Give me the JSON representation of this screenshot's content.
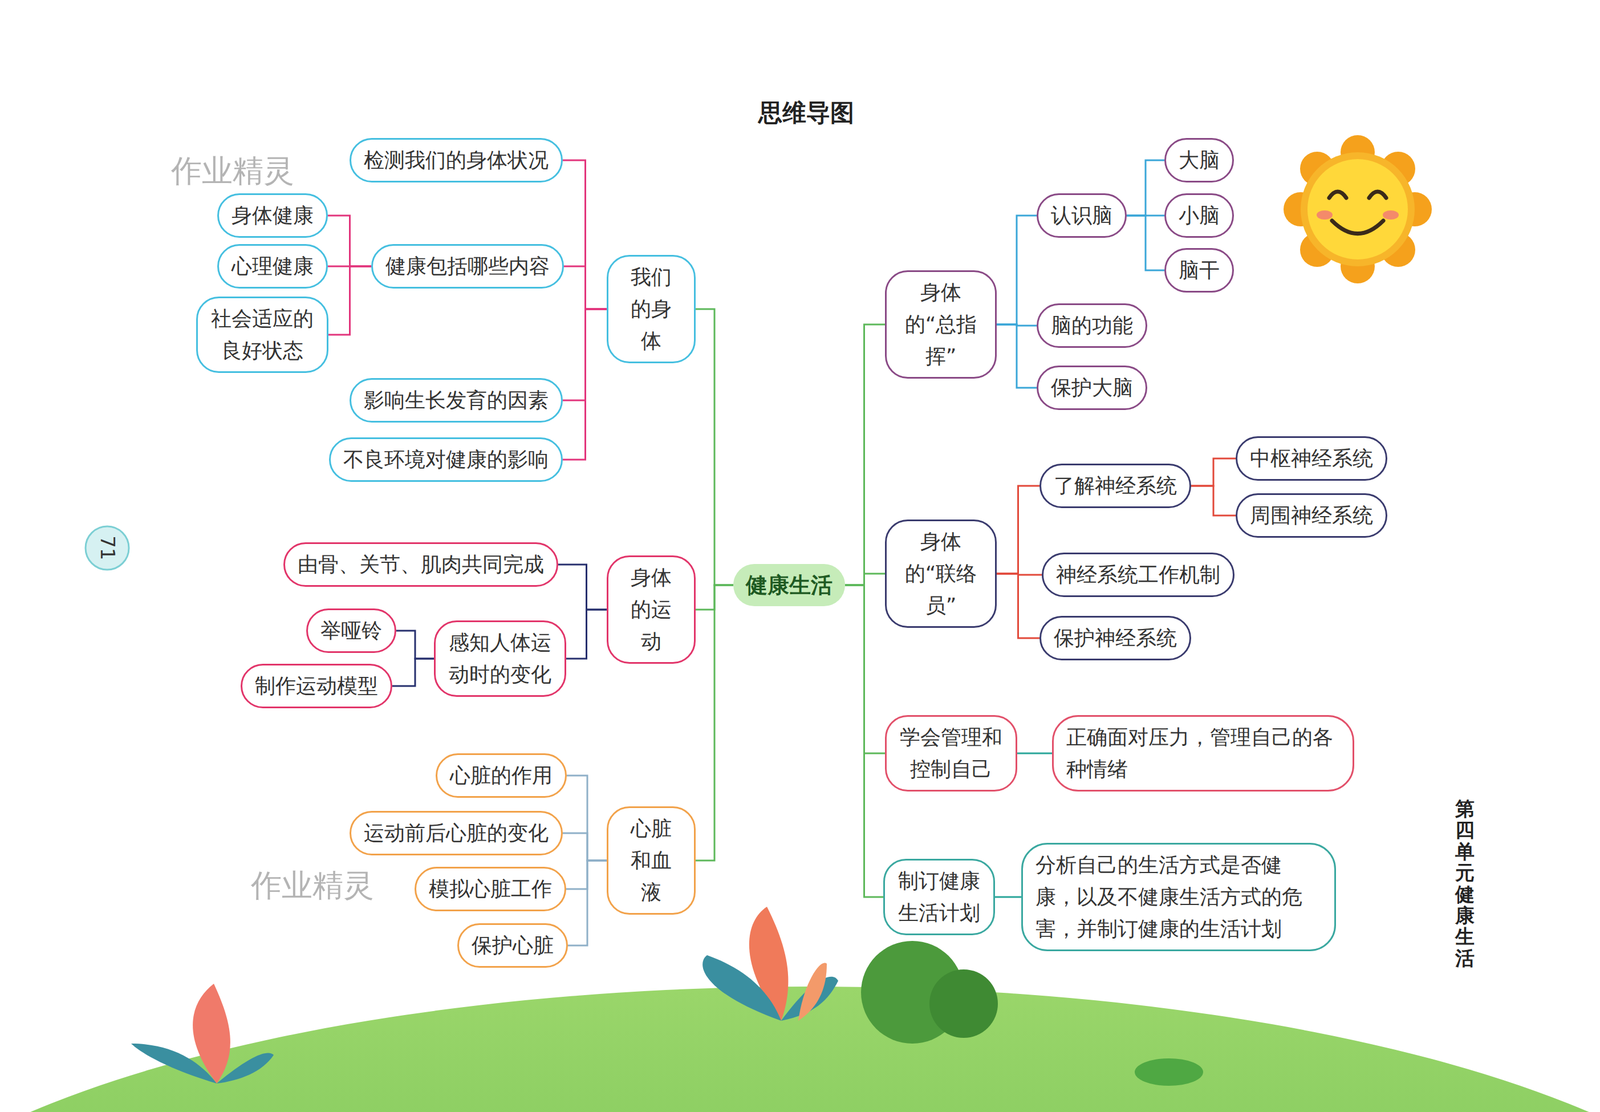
{
  "diagram": {
    "title": "思维导图",
    "nodes": [
      {
        "text": [
          "健康生活"
        ]
      },
      {
        "text": [
          "我们的身体"
        ]
      },
      {
        "text": [
          "检测我们的身体状况"
        ]
      },
      {
        "text": [
          "健康包括哪些内容"
        ]
      },
      {
        "text": [
          "身体健康"
        ]
      },
      {
        "text": [
          "心理健康"
        ]
      },
      {
        "text": [
          "社会适应的良好状态"
        ]
      },
      {
        "text": [
          "影响生长发育的因素"
        ]
      },
      {
        "text": [
          "不良环境对健康的影响"
        ]
      },
      {
        "text": [
          "身体的运动"
        ]
      },
      {
        "text": [
          "由骨、关节、肌肉共同完成"
        ]
      },
      {
        "text": [
          "感知人体运动时的变化"
        ]
      },
      {
        "text": [
          "举哑铃"
        ]
      },
      {
        "text": [
          "制作运动模型"
        ]
      },
      {
        "text": [
          "心脏和血液"
        ]
      },
      {
        "text": [
          "心脏的作用"
        ]
      },
      {
        "text": [
          "运动前后心脏的变化"
        ]
      },
      {
        "text": [
          "模拟心脏工作"
        ]
      },
      {
        "text": [
          "保护心脏"
        ]
      },
      {
        "text": [
          "身体的“总指挥”"
        ]
      },
      {
        "text": [
          "认识脑"
        ]
      },
      {
        "text": [
          "大脑"
        ]
      },
      {
        "text": [
          "小脑"
        ]
      },
      {
        "text": [
          "脑干"
        ]
      },
      {
        "text": [
          "脑的功能"
        ]
      },
      {
        "text": [
          "保护大脑"
        ]
      },
      {
        "text": [
          "身体的“联络员”"
        ]
      },
      {
        "text": [
          "了解神经系统"
        ]
      },
      {
        "text": [
          "中枢神经系统"
        ]
      },
      {
        "text": [
          "周围神经系统"
        ]
      },
      {
        "text": [
          "神经系统工作机制"
        ]
      },
      {
        "text": [
          "保护神经系统"
        ]
      },
      {
        "text": [
          "学会管理和控制自己"
        ]
      },
      {
        "text": [
          "正确面对压力，管理自己的各种情绪"
        ]
      },
      {
        "text": [
          "制订健康生活计划"
        ]
      },
      {
        "text": [
          "分析自己的生活方式是否健康，以及不健康生活方式的危害，并制订健康的生活计划"
        ]
      }
    ],
    "edges": [
      {
        "from": 0,
        "to": 1,
        "arrow": "none"
      },
      {
        "from": 0,
        "to": 9,
        "arrow": "none"
      },
      {
        "from": 0,
        "to": 14,
        "arrow": "none"
      },
      {
        "from": 0,
        "to": 19,
        "arrow": "none"
      },
      {
        "from": 0,
        "to": 26,
        "arrow": "none"
      },
      {
        "from": 0,
        "to": 32,
        "arrow": "none"
      },
      {
        "from": 0,
        "to": 34,
        "arrow": "none"
      },
      {
        "from": 1,
        "to": 2,
        "arrow": "none"
      },
      {
        "from": 1,
        "to": 3,
        "arrow": "none"
      },
      {
        "from": 1,
        "to": 7,
        "arrow": "none"
      },
      {
        "from": 1,
        "to": 8,
        "arrow": "none"
      },
      {
        "from": 3,
        "to": 4,
        "arrow": "none"
      },
      {
        "from": 3,
        "to": 5,
        "arrow": "none"
      },
      {
        "from": 3,
        "to": 6,
        "arrow": "none"
      },
      {
        "from": 9,
        "to": 10,
        "arrow": "none"
      },
      {
        "from": 9,
        "to": 11,
        "arrow": "none"
      },
      {
        "from": 11,
        "to": 12,
        "arrow": "none"
      },
      {
        "from": 11,
        "to": 13,
        "arrow": "none"
      },
      {
        "from": 14,
        "to": 15,
        "arrow": "none"
      },
      {
        "from": 14,
        "to": 16,
        "arrow": "none"
      },
      {
        "from": 14,
        "to": 17,
        "arrow": "none"
      },
      {
        "from": 14,
        "to": 18,
        "arrow": "none"
      },
      {
        "from": 19,
        "to": 20,
        "arrow": "none"
      },
      {
        "from": 19,
        "to": 24,
        "arrow": "none"
      },
      {
        "from": 19,
        "to": 25,
        "arrow": "none"
      },
      {
        "from": 20,
        "to": 21,
        "arrow": "none"
      },
      {
        "from": 20,
        "to": 22,
        "arrow": "none"
      },
      {
        "from": 20,
        "to": 23,
        "arrow": "none"
      },
      {
        "from": 26,
        "to": 27,
        "arrow": "none"
      },
      {
        "from": 26,
        "to": 30,
        "arrow": "none"
      },
      {
        "from": 26,
        "to": 31,
        "arrow": "none"
      },
      {
        "from": 27,
        "to": 28,
        "arrow": "none"
      },
      {
        "from": 27,
        "to": 29,
        "arrow": "none"
      },
      {
        "from": 32,
        "to": 33,
        "arrow": "none"
      },
      {
        "from": 34,
        "to": 35,
        "arrow": "none"
      }
    ],
    "labels": [
      "作业精灵",
      "71",
      "作业精灵",
      "第四单元 健康生活"
    ]
  }
}
